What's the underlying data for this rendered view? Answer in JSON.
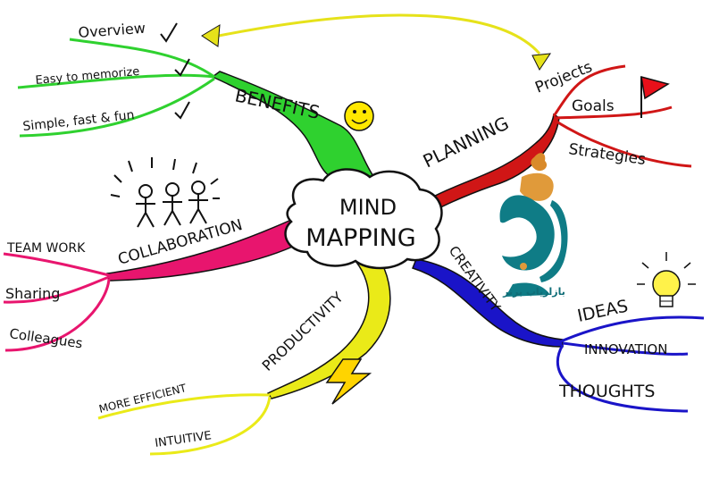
{
  "center": {
    "line1": "MIND",
    "line2": "MAPPING"
  },
  "branches": {
    "benefits": {
      "label": "BENEFITS",
      "color": "#2fd12f",
      "items": [
        "Overview",
        "Easy to memorize",
        "Simple, fast & fun"
      ]
    },
    "planning": {
      "label": "PLANNING",
      "color": "#d01616",
      "items": [
        "Projects",
        "Goals",
        "Strategies"
      ]
    },
    "collaboration": {
      "label": "COLLABORATION",
      "color": "#e8156e",
      "items": [
        "TEAM WORK",
        "Sharing",
        "Colleagues"
      ]
    },
    "creativity": {
      "label": "CREATIVITY",
      "color": "#1a14c8",
      "items": [
        "IDEAS",
        "INNOVATION",
        "THOUGHTS"
      ]
    },
    "productivity": {
      "label": "PRODUCTIVITY",
      "color": "#eaea18",
      "items": [
        "MORE EFFICIENT",
        "INTUITIVE"
      ]
    }
  },
  "watermark": {
    "text": "بازاریاب برتر"
  },
  "icons": [
    "smiley-icon",
    "checkmark-icon",
    "flag-icon",
    "lightbulb-icon",
    "lightning-icon",
    "stick-figures-icon",
    "arrow-icon"
  ]
}
